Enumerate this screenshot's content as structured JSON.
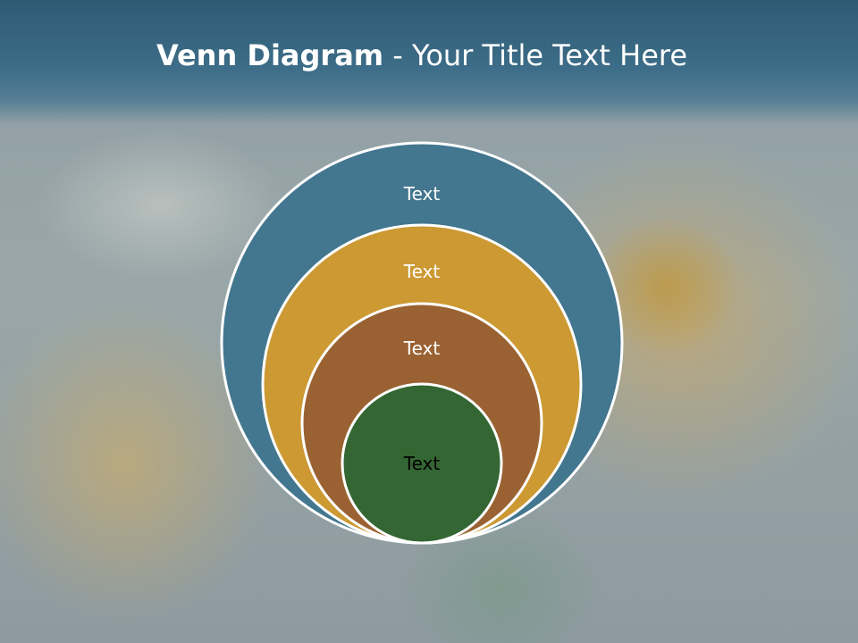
{
  "slide": {
    "title_bold": "Venn Diagram",
    "title_rest": " - Your Title Text Here"
  },
  "diagram": {
    "type": "nested-circles",
    "circles": [
      {
        "label": "Text",
        "fill": "#43768f",
        "text_color": "#ffffff"
      },
      {
        "label": "Text",
        "fill": "#cc9933",
        "text_color": "#ffffff"
      },
      {
        "label": "Text",
        "fill": "#9a6232",
        "text_color": "#ffffff"
      },
      {
        "label": "Text",
        "fill": "#346633",
        "text_color": "#000000"
      }
    ],
    "outline_color": "#ffffff"
  }
}
